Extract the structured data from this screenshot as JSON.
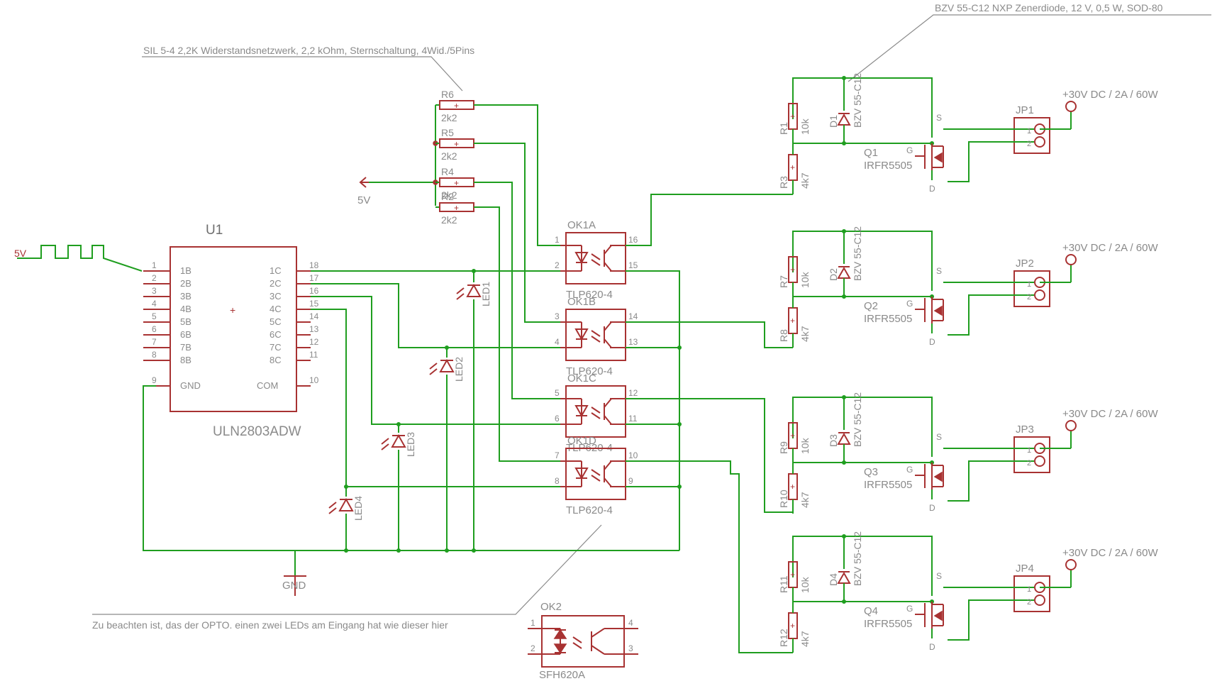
{
  "notes": {
    "zener": "BZV 55-C12 NXP Zenerdiode, 12 V, 0,5 W, SOD-80",
    "sil": "SIL 5-4 2,2K Widerstandsnetzwerk, 2,2 kOhm, Sternschaltung, 4Wid./5Pins",
    "opto": "Zu beachten ist, das der OPTO. einen zwei LEDs am Eingang hat wie dieser hier"
  },
  "supply": {
    "vcc": "5V",
    "gnd": "GND",
    "input_label": "5V"
  },
  "u1": {
    "name": "U1",
    "value": "ULN2803ADW",
    "left_pins": [
      {
        "num": "1",
        "name": "1B"
      },
      {
        "num": "2",
        "name": "2B"
      },
      {
        "num": "3",
        "name": "3B"
      },
      {
        "num": "4",
        "name": "4B"
      },
      {
        "num": "5",
        "name": "5B"
      },
      {
        "num": "6",
        "name": "6B"
      },
      {
        "num": "7",
        "name": "7B"
      },
      {
        "num": "8",
        "name": "8B"
      },
      {
        "num": "9",
        "name": "GND"
      }
    ],
    "right_pins": [
      {
        "num": "18",
        "name": "1C"
      },
      {
        "num": "17",
        "name": "2C"
      },
      {
        "num": "16",
        "name": "3C"
      },
      {
        "num": "15",
        "name": "4C"
      },
      {
        "num": "14",
        "name": "5C"
      },
      {
        "num": "13",
        "name": "6C"
      },
      {
        "num": "12",
        "name": "7C"
      },
      {
        "num": "11",
        "name": "8C"
      },
      {
        "num": "10",
        "name": "COM"
      }
    ]
  },
  "resistor_network": [
    {
      "name": "R6",
      "value": "2k2"
    },
    {
      "name": "R5",
      "value": "2k2"
    },
    {
      "name": "R4",
      "value": "2k2"
    },
    {
      "name": "R2",
      "value": "2k2"
    }
  ],
  "leds": [
    "LED1",
    "LED2",
    "LED3",
    "LED4"
  ],
  "optocouplers": [
    {
      "name": "OK1A",
      "value": "TLP620-4",
      "pins": [
        "1",
        "2",
        "16",
        "15"
      ]
    },
    {
      "name": "OK1B",
      "value": "TLP620-4",
      "pins": [
        "3",
        "4",
        "14",
        "13"
      ]
    },
    {
      "name": "OK1C",
      "value": "TLP620-4",
      "pins": [
        "5",
        "6",
        "12",
        "11"
      ]
    },
    {
      "name": "OK1D",
      "value": "TLP620-4",
      "pins": [
        "7",
        "8",
        "10",
        "9"
      ]
    }
  ],
  "ok2": {
    "name": "OK2",
    "value": "SFH620A",
    "pins": [
      "1",
      "2",
      "4",
      "3"
    ]
  },
  "channels": [
    {
      "r_top": "R1",
      "r_top_val": "10k",
      "r_bot": "R3",
      "r_bot_val": "4k7",
      "diode": "D1",
      "diode_val": "BZV 55-C12",
      "fet": "Q1",
      "fet_val": "IRFR5505",
      "jp": "JP1",
      "supply": "+30V DC / 2A / 60W"
    },
    {
      "r_top": "R7",
      "r_top_val": "10k",
      "r_bot": "R8",
      "r_bot_val": "4k7",
      "diode": "D2",
      "diode_val": "BZV 55-C12",
      "fet": "Q2",
      "fet_val": "IRFR5505",
      "jp": "JP2",
      "supply": "+30V DC / 2A / 60W"
    },
    {
      "r_top": "R9",
      "r_top_val": "10k",
      "r_bot": "R10",
      "r_bot_val": "4k7",
      "diode": "D3",
      "diode_val": "BZV 55-C12",
      "fet": "Q3",
      "fet_val": "IRFR5505",
      "jp": "JP3",
      "supply": "+30V DC / 2A / 60W"
    },
    {
      "r_top": "R11",
      "r_top_val": "10k",
      "r_bot": "R12",
      "r_bot_val": "4k7",
      "diode": "D4",
      "diode_val": "BZV 55-C12",
      "fet": "Q4",
      "fet_val": "IRFR5505",
      "jp": "JP4",
      "supply": "+30V DC / 2A / 60W"
    }
  ],
  "fet_pins": {
    "gate": "G",
    "source": "S",
    "drain": "D"
  },
  "jp_pins": [
    "1",
    "2"
  ],
  "colors": {
    "wire": "#1f9e1f",
    "component": "#a83232",
    "text": "#8a8a8a"
  }
}
